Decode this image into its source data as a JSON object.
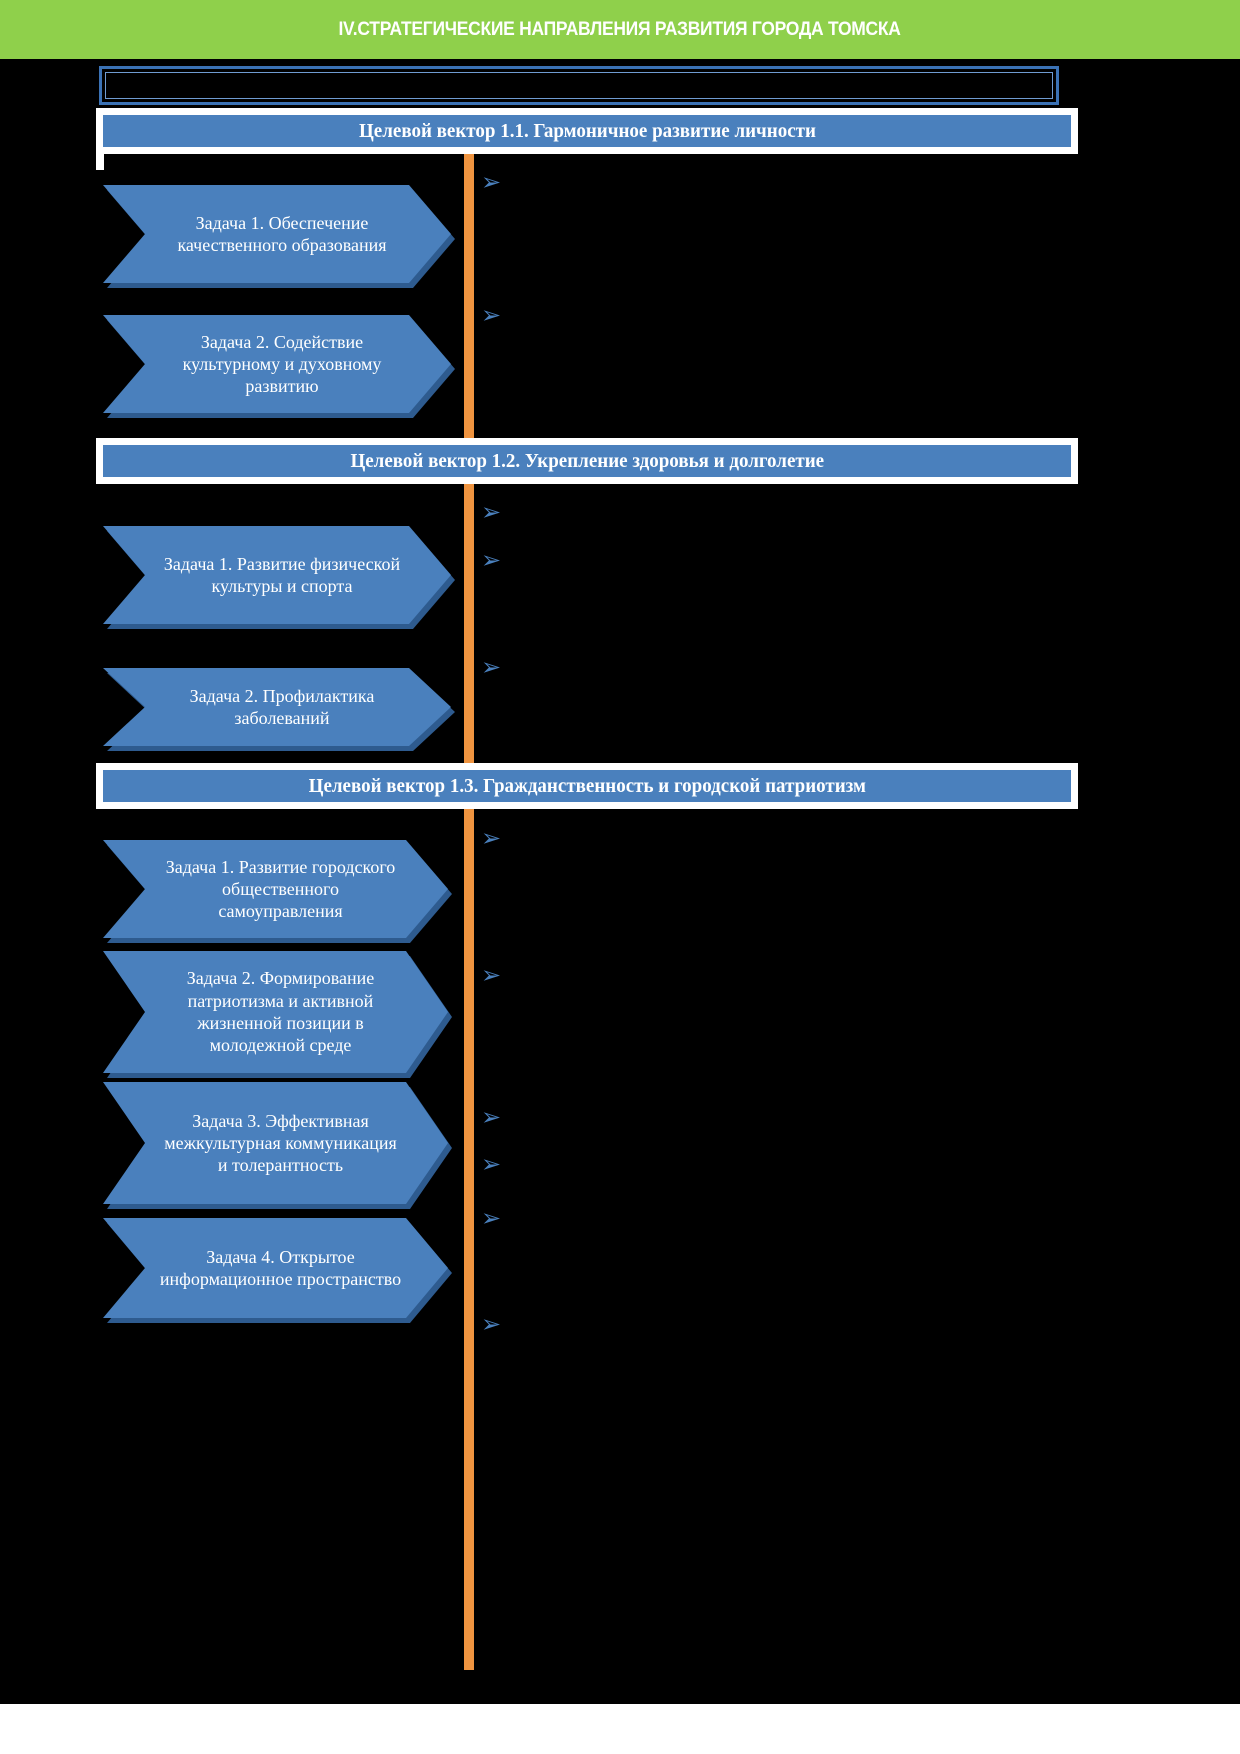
{
  "slide": {
    "title": "IV.СТРАТЕГИЧЕСКИЕ НАПРАВЛЕНИЯ РАЗВИТИЯ ГОРОДА ТОМСКА",
    "background_color": "#000000",
    "banner_color": "#8fd04b",
    "accent_color": "#4a80bd",
    "divider_color": "#ef9440"
  },
  "top_box": {
    "text": ""
  },
  "sections": [
    {
      "id": "vector-1-1",
      "header": "Целевой вектор 1.1. Гармоничное развитие личности",
      "tasks": [
        {
          "label": "Задача 1. Обеспечение качественного образования"
        },
        {
          "label": "Задача 2. Содействие культурному и духовному развитию"
        }
      ],
      "bullets": [
        {
          "marker": "➢",
          "text": ""
        },
        {
          "marker": "➢",
          "text": ""
        }
      ]
    },
    {
      "id": "vector-1-2",
      "header": "Целевой вектор 1.2. Укрепление здоровья и долголетие",
      "tasks": [
        {
          "label": "Задача 1. Развитие физической культуры и спорта"
        },
        {
          "label": "Задача 2. Профилактика заболеваний"
        }
      ],
      "bullets": [
        {
          "marker": "➢",
          "text": ""
        },
        {
          "marker": "➢",
          "text": ""
        },
        {
          "marker": "➢",
          "text": ""
        }
      ]
    },
    {
      "id": "vector-1-3",
      "header": "Целевой вектор 1.3. Гражданственность и городской патриотизм",
      "tasks": [
        {
          "label": "Задача 1. Развитие городского общественного самоуправления"
        },
        {
          "label": "Задача 2. Формирование патриотизма и активной жизненной позиции в молодежной среде"
        },
        {
          "label": "Задача 3. Эффективная межкультурная коммуникация и толерантность"
        },
        {
          "label": "Задача 4. Открытое информационное пространство"
        }
      ],
      "bullets": [
        {
          "marker": "➢",
          "text": ""
        },
        {
          "marker": "➢",
          "text": ""
        },
        {
          "marker": "➢",
          "text": ""
        },
        {
          "marker": "➢",
          "text": ""
        },
        {
          "marker": "➢",
          "text": ""
        },
        {
          "marker": "➢",
          "text": ""
        }
      ]
    }
  ]
}
